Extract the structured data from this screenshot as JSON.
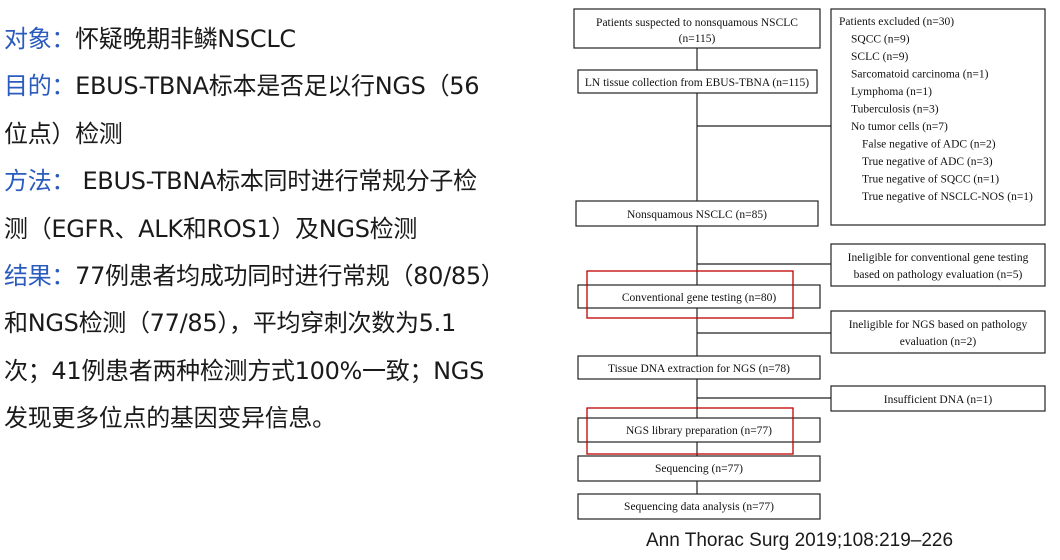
{
  "left": {
    "line1": {
      "label": "对象：",
      "text": "怀疑晚期非鳞NSCLC"
    },
    "line2": {
      "label": "目的：",
      "text": "EBUS-TBNA标本是否足以行NGS（56"
    },
    "line3": {
      "text": "位点）检测"
    },
    "line4": {
      "label": "方法：",
      "text": " EBUS-TBNA标本同时进行常规分子检"
    },
    "line5": {
      "text": "测（EGFR、ALK和ROS1）及NGS检测"
    },
    "line6": {
      "label": "结果：",
      "text": "77例患者均成功同时进行常规（80/85）"
    },
    "line7": {
      "text": "和NGS检测（77/85），平均穿刺次数为5.1"
    },
    "line8": {
      "text": "次；41例患者两种检测方式100%一致；NGS"
    },
    "line9": {
      "text": "发现更多位点的基因变异信息。"
    }
  },
  "flow": {
    "patients": [
      "Patients suspected to nonsquamous NSCLC",
      "(n=115)"
    ],
    "ln_tissue": "LN tissue collection from EBUS-TBNA (n=115)",
    "excluded": [
      "Patients excluded (n=30)",
      "SQCC (n=9)",
      "SCLC (n=9)",
      "Sarcomatoid carcinoma (n=1)",
      "Lymphoma (n=1)",
      "Tuberculosis (n=3)",
      "No tumor cells (n=7)",
      "False negative of ADC (n=2)",
      "True negative of ADC (n=3)",
      "True negative of SQCC (n=1)",
      "True negative of NSCLC-NOS (n=1)"
    ],
    "nonsquamous": "Nonsquamous NSCLC (n=85)",
    "ineligible_conv": [
      "Ineligible for conventional gene testing",
      "based on pathology evaluation (n=5)"
    ],
    "conventional": "Conventional gene testing (n=80)",
    "ineligible_ngs": [
      "Ineligible for NGS based on pathology",
      "evaluation (n=2)"
    ],
    "dna_extraction": "Tissue DNA extraction for NGS (n=78)",
    "insufficient": "Insufficient DNA (n=1)",
    "library": "NGS library preparation (n=77)",
    "sequencing": "Sequencing (n=77)",
    "analysis": "Sequencing data analysis (n=77)"
  },
  "citation": "Ann Thorac Surg 2019;108:219–226"
}
